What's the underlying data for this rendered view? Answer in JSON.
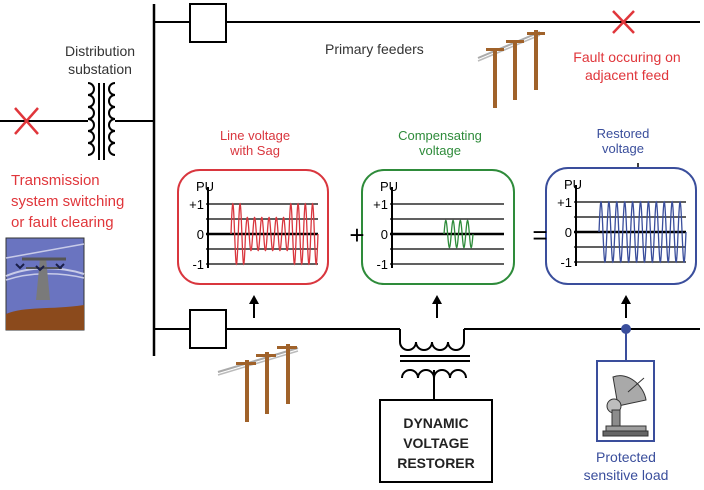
{
  "labels": {
    "distribution_substation": [
      "Distribution",
      "substation"
    ],
    "primary_feeders": "Primary feeders",
    "fault_adjacent": [
      "Fault occuring on",
      "adjacent feed"
    ],
    "transmission": [
      "Transmission",
      "system switching",
      "or fault  clearing"
    ],
    "dvr": [
      "DYNAMIC",
      "VOLTAGE",
      "RESTORER"
    ],
    "protected_load": [
      "Protected",
      "sensitive load"
    ],
    "plus": "+",
    "equals": "="
  },
  "colors": {
    "line": "#000000",
    "fault_red": "#e0363b",
    "sag_red": "#d9363e",
    "comp_green": "#2e8b3a",
    "restored_blue": "#3a4e9c",
    "label_gray": "#333333",
    "pole_brown": "#a0622a",
    "sky": "#6a74c0",
    "ground": "#8b4a1c"
  },
  "panels": [
    {
      "id": "sag",
      "title": [
        "Line voltage",
        "with Sag"
      ],
      "y_axis_label": "PU",
      "ticks": [
        "+1",
        "0",
        "-1"
      ],
      "waveform": "Sinusoid at 1.0 PU for 2 cycles, sag to ~0.5 PU for 6 cycles, recovery to 1.0 PU for 4 cycles",
      "cycles": [
        1,
        1,
        0.55,
        0.55,
        0.55,
        0.55,
        0.55,
        0.55,
        1,
        1,
        1,
        1
      ]
    },
    {
      "id": "comp",
      "title": [
        "Compensating",
        "voltage"
      ],
      "y_axis_label": "PU",
      "ticks": [
        "+1",
        "0",
        "-1"
      ],
      "waveform": "Small injected sinusoid ~0.45 PU for 4 cycles during the sag",
      "cycles": [
        0,
        0,
        0,
        0,
        0.45,
        0.45,
        0.45,
        0.45,
        0,
        0,
        0,
        0
      ]
    },
    {
      "id": "restored",
      "title": [
        "Restored",
        "voltage"
      ],
      "y_axis_label": "PU",
      "ticks": [
        "+1",
        "0",
        "-1"
      ],
      "waveform": "Sinusoid at 1.0 PU for all cycles",
      "cycles": [
        1,
        1,
        1,
        1,
        1,
        1,
        1,
        1,
        1,
        1,
        1
      ]
    }
  ]
}
